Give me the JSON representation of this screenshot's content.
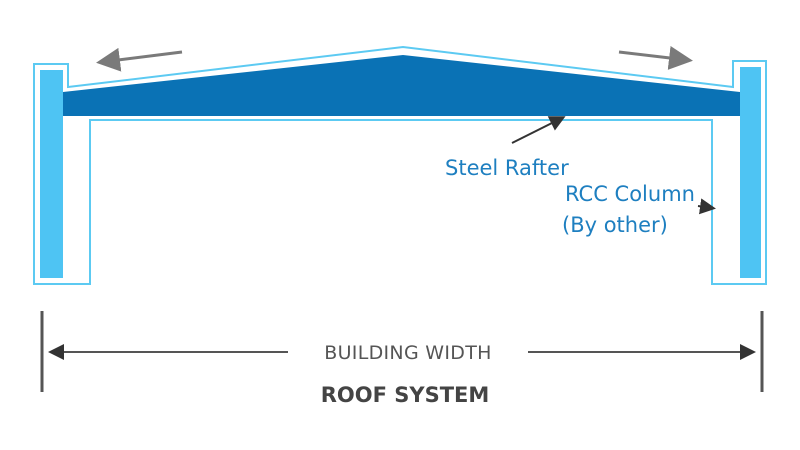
{
  "labels": {
    "rafter": "Steel Rafter",
    "column_line1": "RCC Column",
    "column_line2": "(By other)",
    "width": "BUILDING WIDTH",
    "title": "ROOF SYSTEM"
  },
  "colors": {
    "rafter_fill": "#0a72b5",
    "column_fill": "#4ec4f3",
    "outline": "#5ccaf2",
    "label_blue": "#1e7fc0",
    "dimension_gray": "#555555",
    "arrow_gray": "#7a7a7a"
  },
  "icons": {
    "slope_arrows": "arrow-icon"
  }
}
